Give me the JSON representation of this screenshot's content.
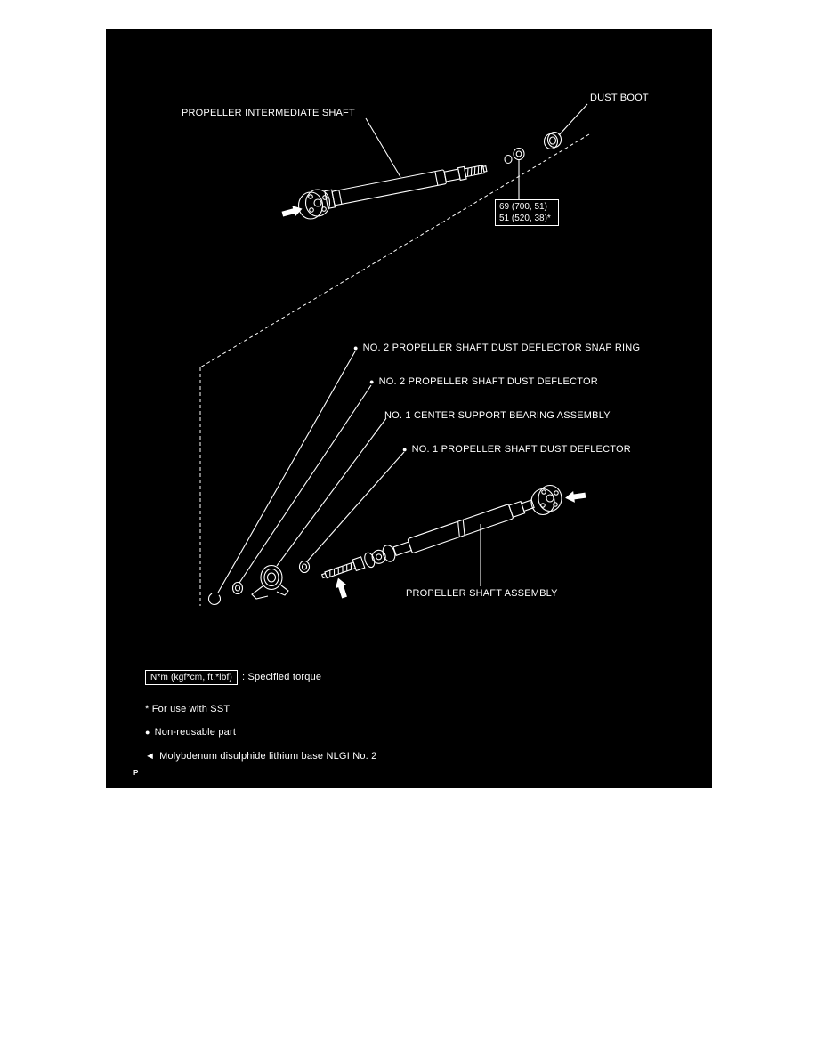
{
  "page_marker": "P",
  "icons": {
    "bullet": "●",
    "grease_arrow": "◄"
  },
  "colors": {
    "panel_background": "#000000",
    "line_color": "#ffffff",
    "page_background": "#ffffff"
  },
  "diagram": {
    "part_labels": {
      "propeller_intermediate_shaft": "PROPELLER INTERMEDIATE SHAFT",
      "dust_boot": "DUST BOOT",
      "no2_dust_deflector_snap_ring": "NO. 2 PROPELLER SHAFT DUST DEFLECTOR SNAP RING",
      "no2_dust_deflector": "NO. 2 PROPELLER SHAFT DUST DEFLECTOR",
      "no1_center_support_bearing": "NO. 1 CENTER SUPPORT BEARING ASSEMBLY",
      "no1_dust_deflector": "NO. 1 PROPELLER SHAFT DUST DEFLECTOR",
      "propeller_shaft_assembly": "PROPELLER SHAFT ASSEMBLY"
    },
    "torque_spec": {
      "line1": "69 (700, 51)",
      "line2": "51 (520, 38)*"
    }
  },
  "legend": {
    "torque_units": "N*m (kgf*cm, ft.*lbf)",
    "torque_desc": ": Specified torque",
    "sst_note": "* For use with SST",
    "non_reusable": "Non-reusable part",
    "grease_note": "Molybdenum disulphide lithium base NLGI No. 2"
  }
}
